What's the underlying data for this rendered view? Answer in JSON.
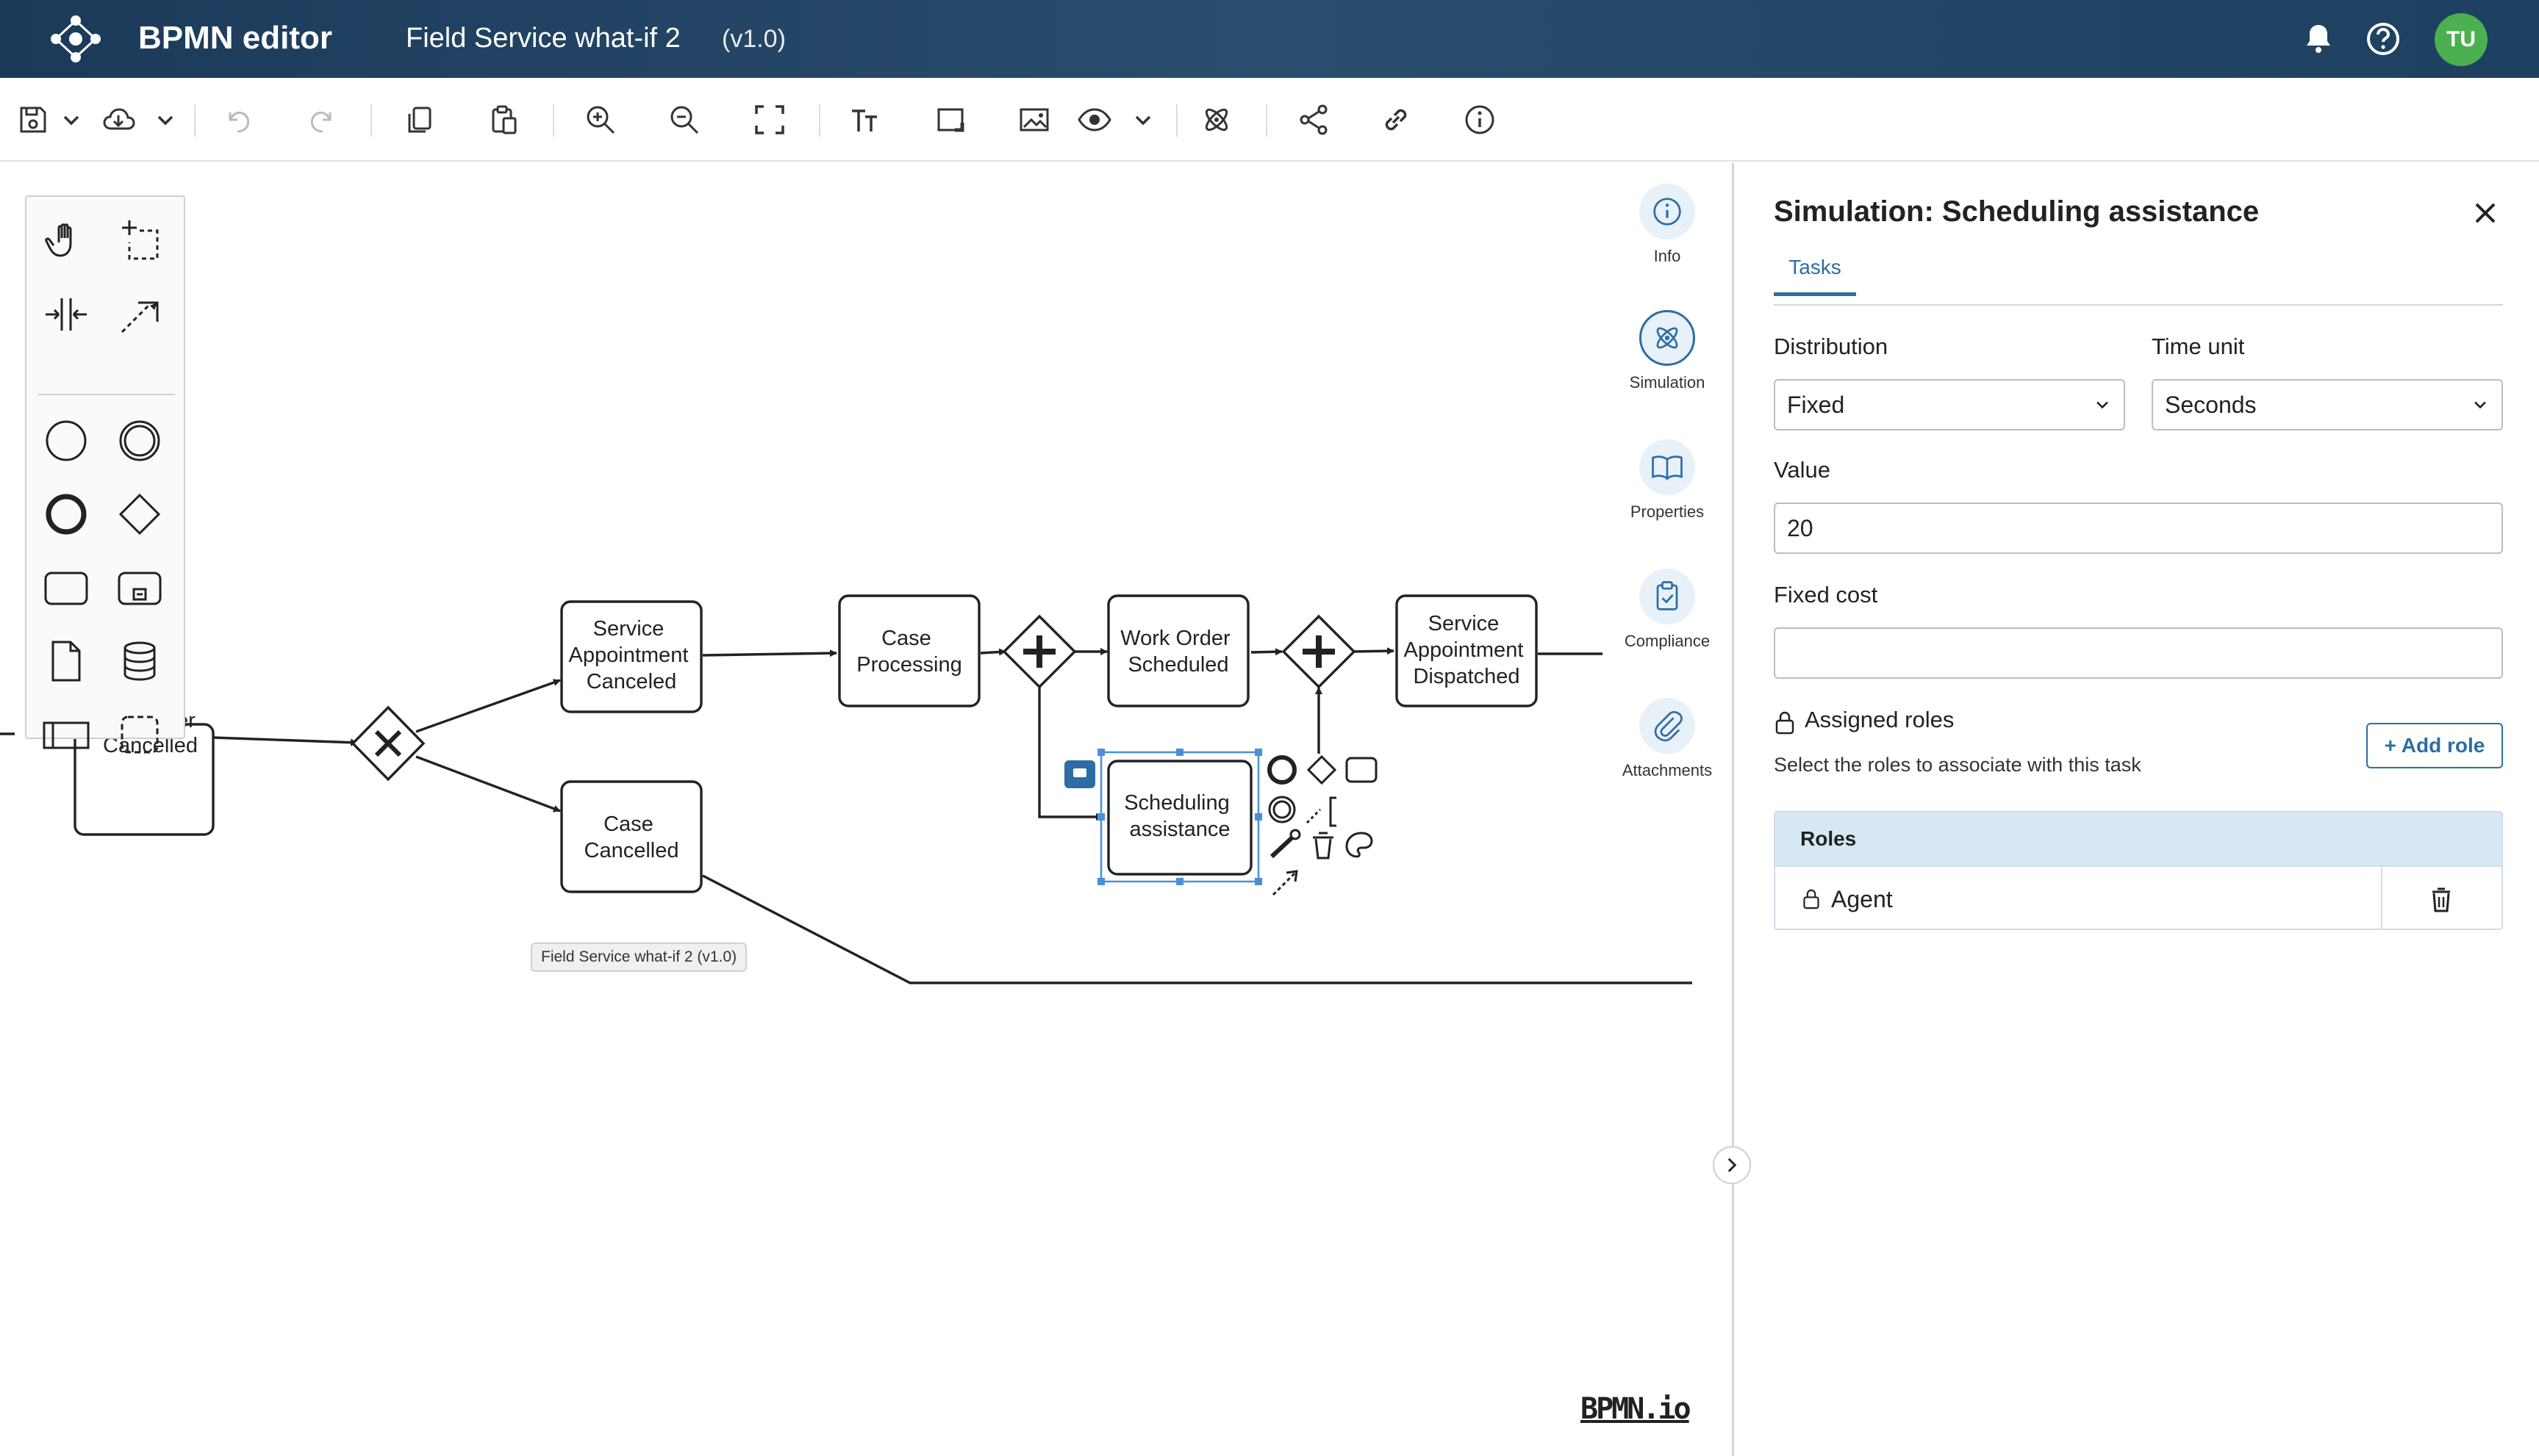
{
  "header": {
    "app_name": "BPMN editor",
    "doc_title": "Field Service what-if 2",
    "doc_version": "(v1.0)",
    "avatar_initials": "TU"
  },
  "toolbar": {
    "items": [
      "save-icon",
      "save-menu-chevron",
      "cloud-save-icon",
      "cloud-menu-chevron",
      "undo-icon",
      "redo-icon",
      "copy-icon",
      "paste-icon",
      "zoom-in-icon",
      "zoom-out-icon",
      "fit-screen-icon",
      "text-size-icon",
      "frame-icon",
      "image-icon",
      "view-icon",
      "view-menu-chevron",
      "simulation-icon",
      "share-icon",
      "link-icon",
      "info-icon"
    ]
  },
  "diagram": {
    "tasks": {
      "partial": "er",
      "partial2": "Cancelled",
      "svc_canceled": [
        "Service",
        "Appointment",
        "Canceled"
      ],
      "case_processing": [
        "Case",
        "Processing"
      ],
      "work_order": [
        "Work Order",
        "Scheduled"
      ],
      "svc_dispatched": [
        "Service",
        "Appointment",
        "Dispatched"
      ],
      "case_cancelled": [
        "Case",
        "Cancelled"
      ],
      "scheduling": [
        "Scheduling",
        "assistance"
      ]
    },
    "tooltip": "Field Service what-if 2 (v1.0)",
    "watermark": "BPMN.io"
  },
  "rail": {
    "info": "Info",
    "simulation": "Simulation",
    "properties": "Properties",
    "compliance": "Compliance",
    "attachments": "Attachments"
  },
  "panel": {
    "title": "Simulation: Scheduling assistance",
    "tab": "Tasks",
    "distribution_label": "Distribution",
    "distribution_value": "Fixed",
    "time_unit_label": "Time unit",
    "time_unit_value": "Seconds",
    "value_label": "Value",
    "value_value": "20",
    "fixed_cost_label": "Fixed cost",
    "fixed_cost_value": "",
    "roles_title": "Assigned roles",
    "roles_help": "Select the roles to associate with this task",
    "add_role": "+ Add role",
    "roles_header": "Roles",
    "roles": [
      {
        "name": "Agent"
      }
    ]
  },
  "colors": {
    "header_bg": "#1b3a5a",
    "accent": "#2e6da4",
    "selection": "#4a90d9",
    "avatar": "#4caf50",
    "table_header": "#d6e9f3"
  }
}
